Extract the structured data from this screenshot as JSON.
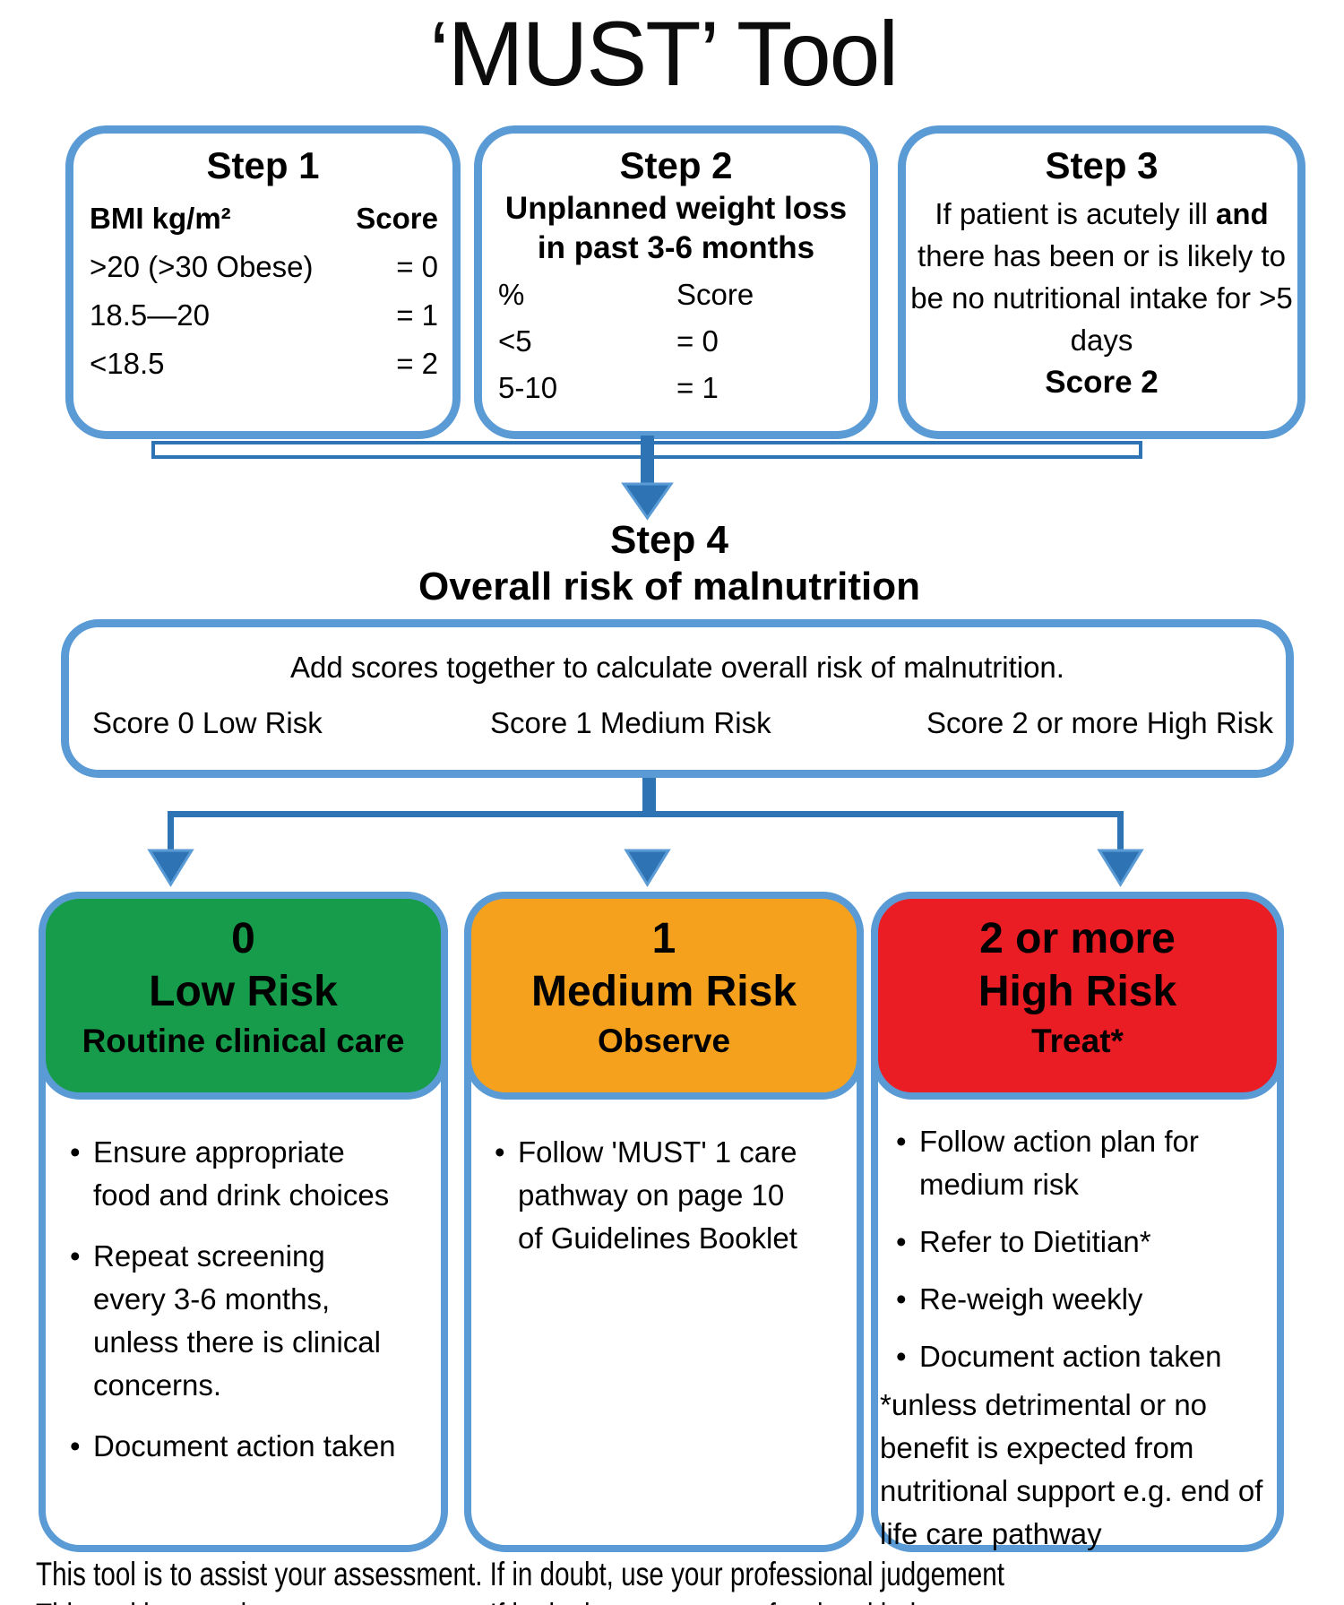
{
  "title": "‘MUST’ Tool",
  "step1": {
    "heading": "Step 1",
    "col1_header": "BMI kg/m²",
    "col2_header": "Score",
    "rows": [
      {
        "label": ">20 (>30 Obese)",
        "score": "= 0"
      },
      {
        "label": "18.5—20",
        "score": "= 1"
      },
      {
        "label": "<18.5",
        "score": "= 2"
      }
    ]
  },
  "step2": {
    "heading": "Step 2",
    "subtitle": "Unplanned weight loss in past 3-6 months",
    "col1_header": "%",
    "col2_header": "Score",
    "rows": [
      {
        "label": "<5",
        "score": "= 0"
      },
      {
        "label": "5-10",
        "score": "= 1"
      }
    ]
  },
  "step3": {
    "heading": "Step 3",
    "text_start": "If patient is acutely ill ",
    "text_bold": "and",
    "text_end": " there has been or is likely to be no nutritional intake for >5 days",
    "score_line": "Score 2"
  },
  "step4": {
    "heading": "Step 4",
    "subheading": "Overall risk of malnutrition",
    "instruction": "Add scores together to calculate overall risk of malnutrition.",
    "score_low": "Score 0 Low Risk",
    "score_medium": "Score 1 Medium Risk",
    "score_high": "Score 2 or more High Risk"
  },
  "risk_low": {
    "score": "0",
    "level": "Low Risk",
    "action": "Routine clinical care",
    "bullets": [
      "Ensure appropriate food and drink choices",
      "Repeat screening every 3-6 months, unless there is clinical concerns.",
      "Document action taken"
    ]
  },
  "risk_medium": {
    "score": "1",
    "level": "Medium Risk",
    "action": "Observe",
    "bullets": [
      "Follow 'MUST' 1 care pathway on page 10 of Guidelines Booklet"
    ]
  },
  "risk_high": {
    "score": "2 or more",
    "level": "High Risk",
    "action": "Treat*",
    "bullets": [
      "Follow action plan for medium risk",
      "Refer to Dietitian*",
      "Re-weigh weekly",
      "Document action taken"
    ],
    "footnote": "*unless detrimental or no benefit is expected from nutritional support e.g. end of life care pathway"
  },
  "footer": "This tool is to assist your assessment. If in doubt, use your professional judgement",
  "colors": {
    "box_border": "#5b9bd5",
    "connector": "#2e74b5",
    "low_risk_green": "#169c4b",
    "medium_risk_orange": "#f5a11e",
    "high_risk_red": "#ea1c24"
  }
}
